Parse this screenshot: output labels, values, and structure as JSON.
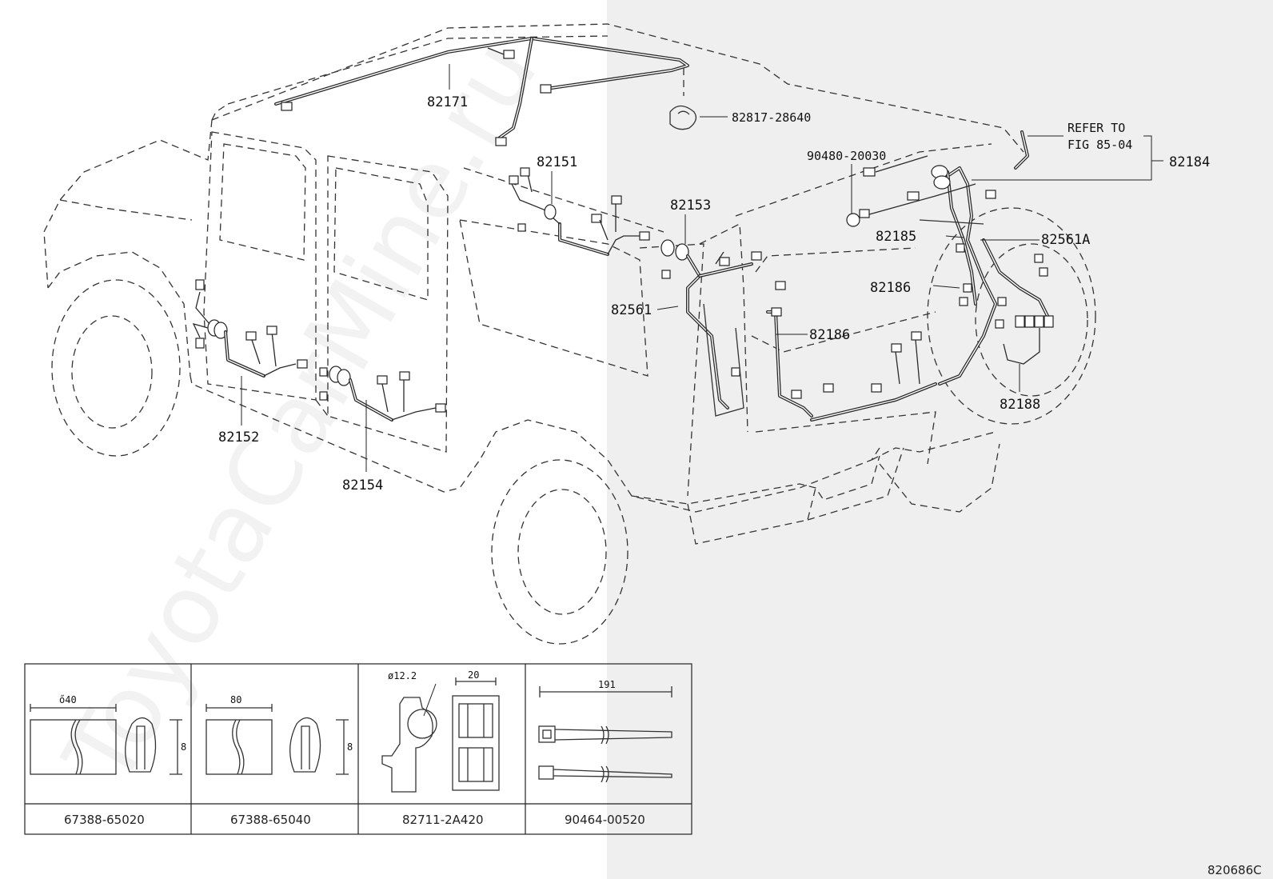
{
  "watermark": "ToyotaCarMine.ru",
  "parts": {
    "p82171": "82171",
    "p82817": "82817-28640",
    "p82151": "82151",
    "p90480": "90480-20030",
    "p82153": "82153",
    "refer_line1": "REFER TO",
    "refer_line2": "FIG 85-04",
    "p82184": "82184",
    "p82185": "82185",
    "p82561A": "82561A",
    "p82186a": "82186",
    "p82561": "82561",
    "p82186b": "82186",
    "p82152": "82152",
    "p82154": "82154",
    "p82188": "82188"
  },
  "legend": {
    "cells": [
      {
        "part": "67388-65020",
        "dim_width": "ő40",
        "dim_height": "8"
      },
      {
        "part": "67388-65040",
        "dim_width": "80",
        "dim_height": "8"
      },
      {
        "part": "82711-2A420",
        "dim_diameter": "ø12.2",
        "dim_width": "20"
      },
      {
        "part": "90464-00520",
        "dim_length": "191"
      }
    ]
  },
  "figure_code": "820686C"
}
